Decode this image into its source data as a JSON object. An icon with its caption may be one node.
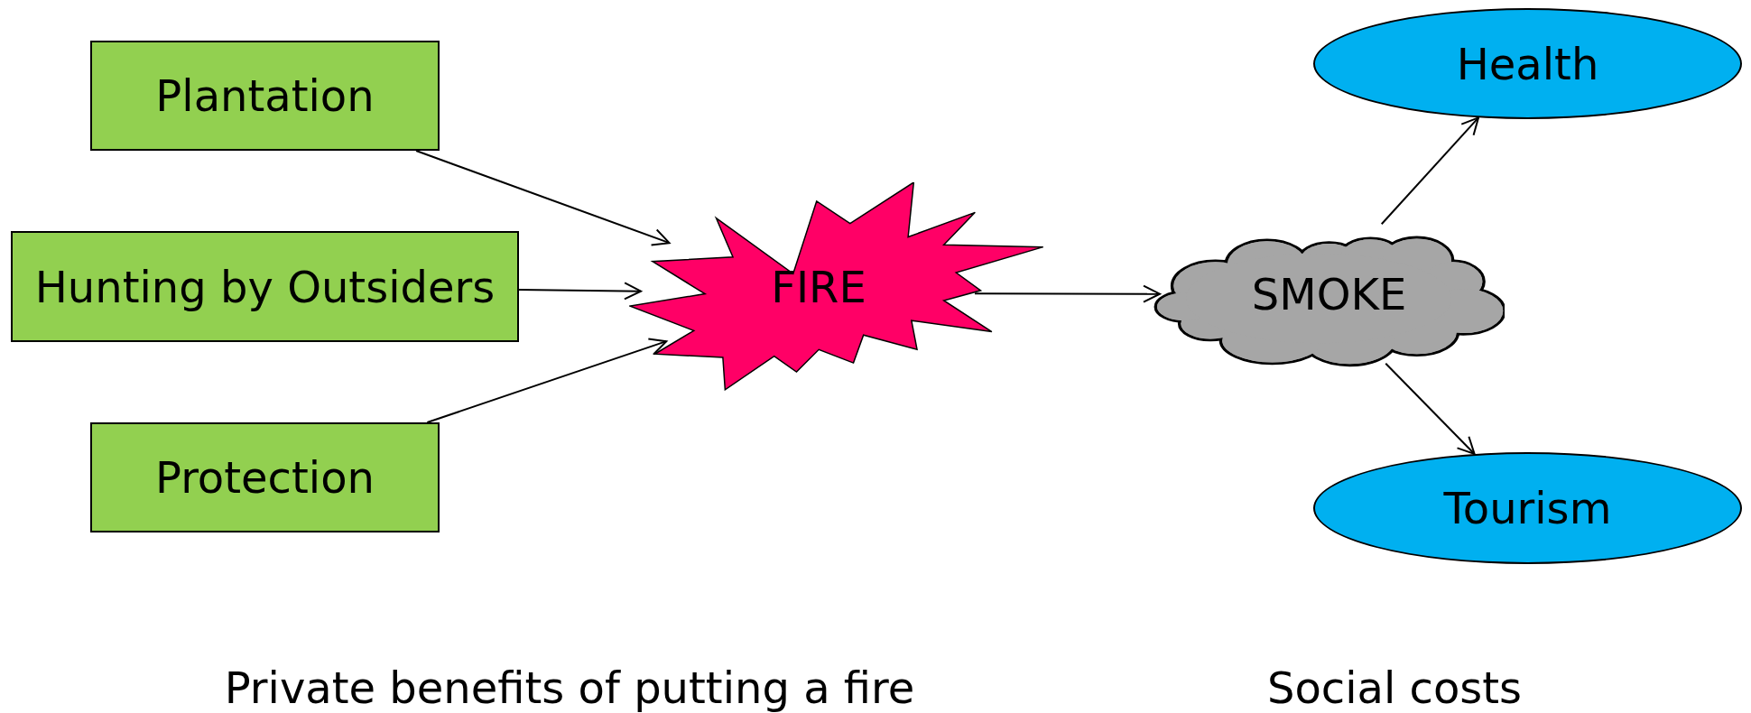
{
  "diagram": {
    "nodes": [
      {
        "text": [
          "Plantation"
        ]
      },
      {
        "text": [
          "Hunting by Outsiders"
        ]
      },
      {
        "text": [
          "Protection"
        ]
      },
      {
        "text": [
          "FIRE"
        ]
      },
      {
        "text": [
          "SMOKE"
        ]
      },
      {
        "text": [
          "Health"
        ]
      },
      {
        "text": [
          "Tourism"
        ]
      }
    ],
    "edges": [
      {
        "from": 0,
        "to": 3,
        "arrow": "to"
      },
      {
        "from": 1,
        "to": 3,
        "arrow": "to"
      },
      {
        "from": 2,
        "to": 3,
        "arrow": "to"
      },
      {
        "from": 3,
        "to": 4,
        "arrow": "to"
      },
      {
        "from": 4,
        "to": 5,
        "arrow": "to"
      },
      {
        "from": 4,
        "to": 6,
        "arrow": "to"
      }
    ],
    "labels": [
      "Private benefits of putting a fire",
      "Social costs"
    ]
  }
}
